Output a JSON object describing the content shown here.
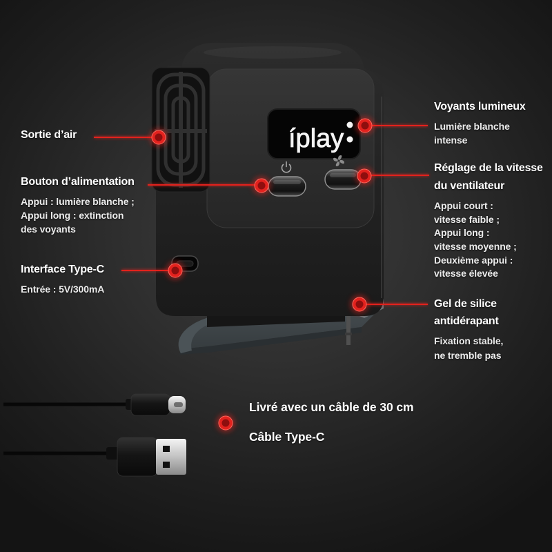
{
  "brand": {
    "logo": "íplay"
  },
  "callouts": {
    "air_outlet": {
      "title": "Sortie d’air"
    },
    "power_button": {
      "title": "Bouton d’alimentation",
      "lines": [
        "Appui : lumière blanche ;",
        "Appui long : extinction",
        "des voyants"
      ]
    },
    "type_c_port": {
      "title": "Interface Type-C",
      "lines": [
        "Entrée : 5V/300mA"
      ]
    },
    "indicator_lights": {
      "title": "Voyants lumineux",
      "lines": [
        "Lumière blanche",
        "intense"
      ]
    },
    "fan_speed": {
      "title": [
        "Réglage de la vitesse",
        "du ventilateur"
      ],
      "lines": [
        "Appui court :",
        "vitesse faible ;",
        "Appui long :",
        "vitesse moyenne ;",
        "Deuxième appui :",
        "vitesse élevée"
      ]
    },
    "silicone_pad": {
      "title": [
        "Gel de silice",
        "antidérapant"
      ],
      "lines": [
        "Fixation stable,",
        "ne tremble pas"
      ]
    },
    "cable": {
      "lines": [
        "Livré avec un câble de 30 cm",
        "Câble Type-C"
      ]
    }
  },
  "icons": {
    "power_button": "power-icon",
    "fan_button": "fan-icon",
    "callout_marker": "red-dot-marker",
    "connectors": [
      "usb-c-plug",
      "usb-a-plug"
    ]
  },
  "colors": {
    "accent": "#e3221e",
    "background": "#2a2a2a",
    "device_body": "#262626",
    "silicone_pad": "#3c4346",
    "text": "#ffffff"
  }
}
